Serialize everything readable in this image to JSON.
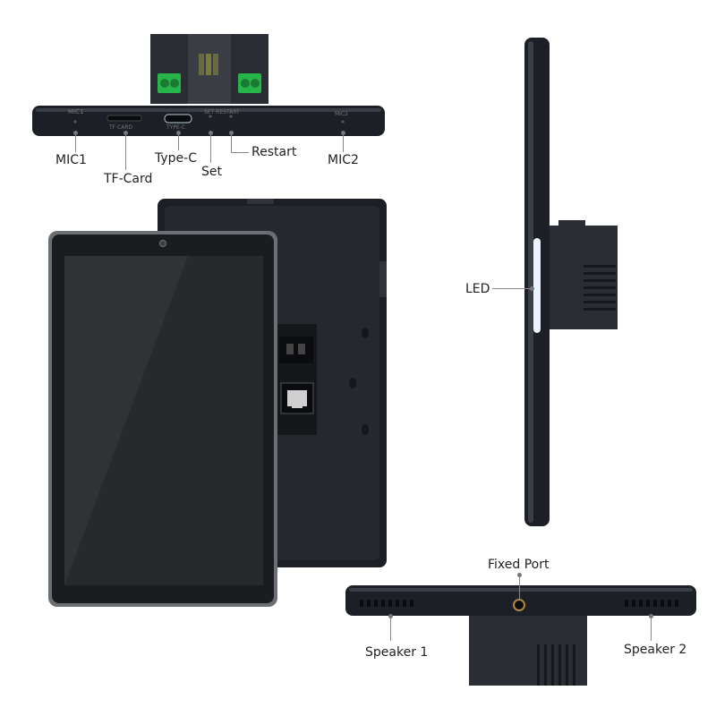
{
  "labels": {
    "mic1": "MIC1",
    "tf_card": "TF-Card",
    "type_c": "Type-C",
    "set": "Set",
    "restart": "Restart",
    "mic2": "MIC2",
    "led": "LED",
    "fixed_port": "Fixed Port",
    "speaker1": "Speaker 1",
    "speaker2": "Speaker 2"
  },
  "device_markings": {
    "mic1": "MIC1",
    "tf_card": "TF CARD",
    "type_c": "TYPE-C",
    "set_restart": "SET   RESTART",
    "mic2": "MIC2"
  },
  "colors": {
    "body": "#1c1f26",
    "terminal": "#27b54a",
    "screen": "#2f3336",
    "bezel": "#6b6e72",
    "led": "#eaf3ff"
  }
}
